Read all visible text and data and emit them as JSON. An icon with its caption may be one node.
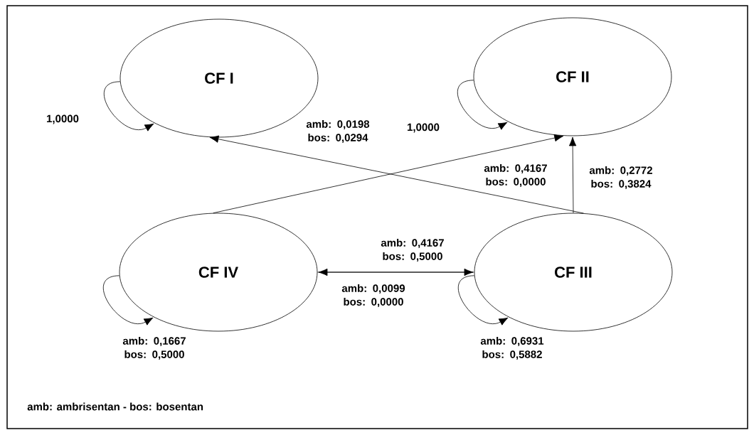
{
  "diagram": {
    "nodes": [
      {
        "text": [
          "CF I"
        ]
      },
      {
        "text": [
          "CF II"
        ]
      },
      {
        "text": [
          "CF IV"
        ]
      },
      {
        "text": [
          "CF III"
        ]
      }
    ],
    "edges": [
      {
        "from": 3,
        "to": 0,
        "arrow": "to",
        "label": "amb: 0,0198 bos: 0,0294"
      },
      {
        "from": 2,
        "to": 1,
        "arrow": "to",
        "label": "amb: 0,4167 bos: 0,0000"
      },
      {
        "from": 3,
        "to": 1,
        "arrow": "to",
        "label": "amb: 0,2772 bos: 0,3824"
      },
      {
        "from": 2,
        "to": 3,
        "arrow": "to",
        "label": "amb: 0,4167 bos: 0,5000"
      },
      {
        "from": 3,
        "to": 2,
        "arrow": "to",
        "label": "amb: 0,0099 bos: 0,0000"
      },
      {
        "from": 0,
        "to": 0,
        "arrow": "to",
        "label": "1,0000"
      },
      {
        "from": 1,
        "to": 1,
        "arrow": "to",
        "label": "1,0000"
      },
      {
        "from": 2,
        "to": 2,
        "arrow": "to",
        "label": "amb: 0,1667 bos: 0,5000"
      },
      {
        "from": 3,
        "to": 3,
        "arrow": "to",
        "label": "amb: 0,6931 bos: 0,5882"
      }
    ],
    "labels": [
      "amb: ambrisentan - bos: bosentan"
    ]
  }
}
